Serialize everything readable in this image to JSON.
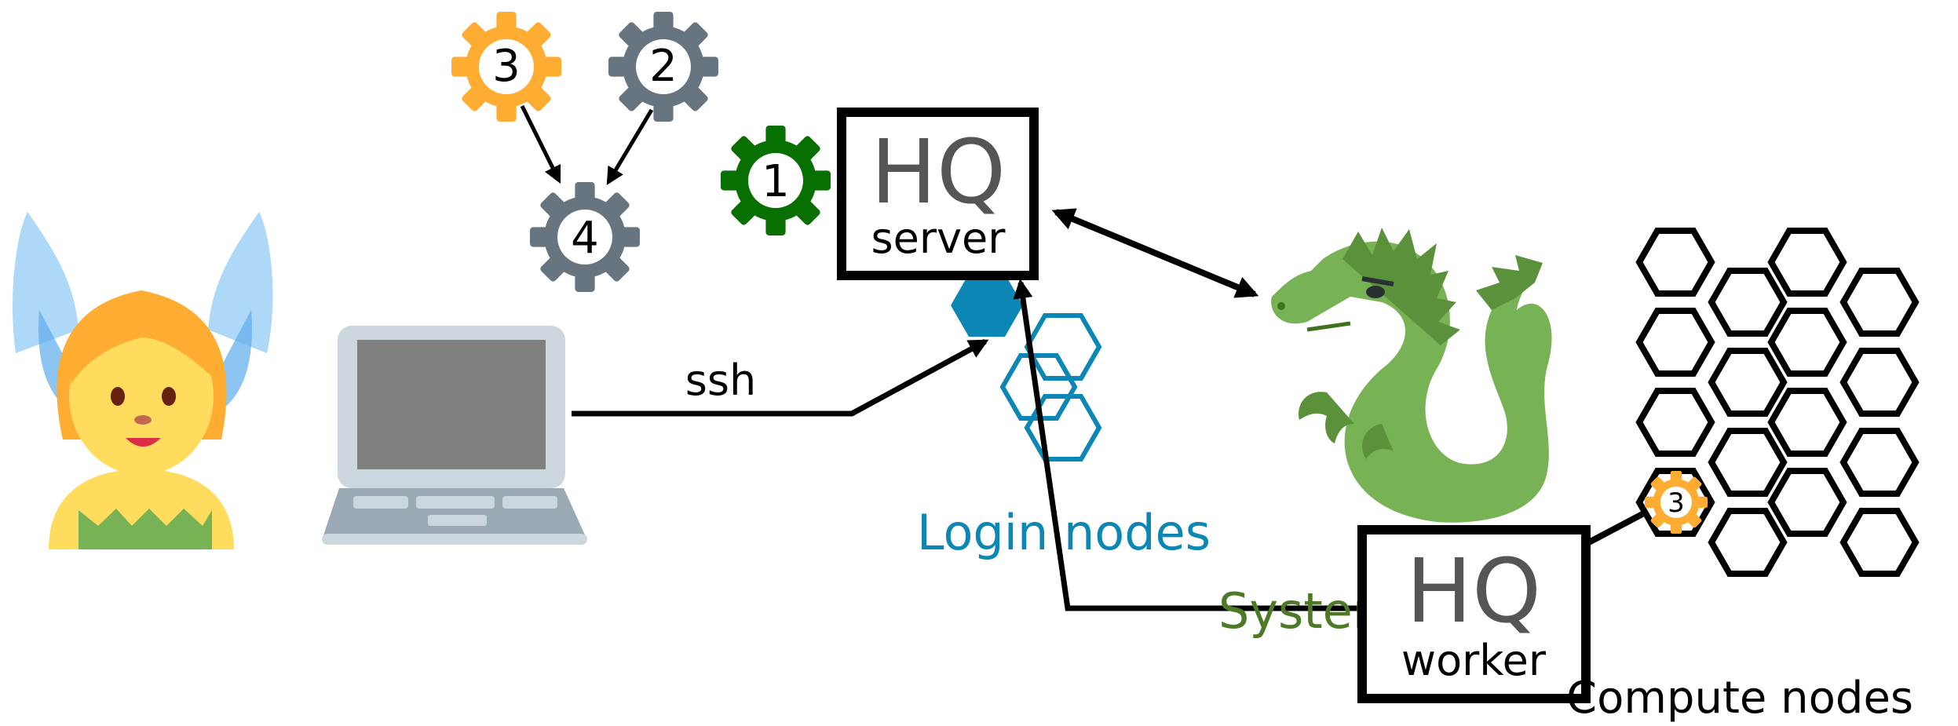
{
  "gears": [
    {
      "label": "3",
      "color": "#FFAC33"
    },
    {
      "label": "2",
      "color": "#66757F"
    },
    {
      "label": "4",
      "color": "#66757F"
    },
    {
      "label": "1",
      "color": "#077000"
    },
    {
      "label": "3",
      "color": "#FFAC33"
    }
  ],
  "hq_server": {
    "title": "HQ",
    "subtitle": "server"
  },
  "hq_worker": {
    "title": "HQ",
    "subtitle": "worker"
  },
  "labels": {
    "ssh": "ssh",
    "login_nodes": "Login nodes",
    "system_cluster": "System cluster",
    "compute_nodes": "Compute nodes"
  },
  "colors": {
    "login": "#0C87B5",
    "cluster": "#4E7A27",
    "dragon": "#77B255",
    "gear_orange": "#FFAC33",
    "gear_gray": "#66757F",
    "gear_green": "#077000"
  },
  "icons": [
    "user-fairy-icon",
    "laptop-icon",
    "dragon-icon"
  ]
}
